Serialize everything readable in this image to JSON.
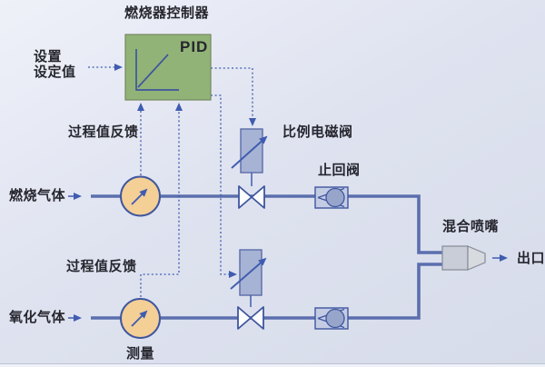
{
  "title": "燃烧器控制器",
  "pid_box": {
    "label": "PID"
  },
  "inputs": {
    "setpoint_line1": "设置",
    "setpoint_line2": "设定值",
    "fuel_gas": "燃烧气体",
    "oxidizing_gas": "氧化气体"
  },
  "feedback": {
    "top": "过程值反馈",
    "bottom": "过程值反馈",
    "measurement": "测量"
  },
  "components": {
    "proportional_valve": "比例电磁阀",
    "check_valve": "止回阀",
    "mixing_nozzle": "混合喷嘴",
    "outlet": "出口"
  },
  "colors": {
    "bg": "#dfe3f0",
    "text": "#26262e",
    "pipe": "#5b6fae",
    "dotted": "#3f5cb0",
    "symbol": "#3f569e",
    "pidFill": "#92b377",
    "pidBorder": "#74885e",
    "gaugeFill": "#f4cf96",
    "propFill": "#a7b3d4",
    "cvFill": "#c4cce4",
    "cvCircle": "#98a5cb",
    "nozzleFill": "#c9cdd8"
  }
}
